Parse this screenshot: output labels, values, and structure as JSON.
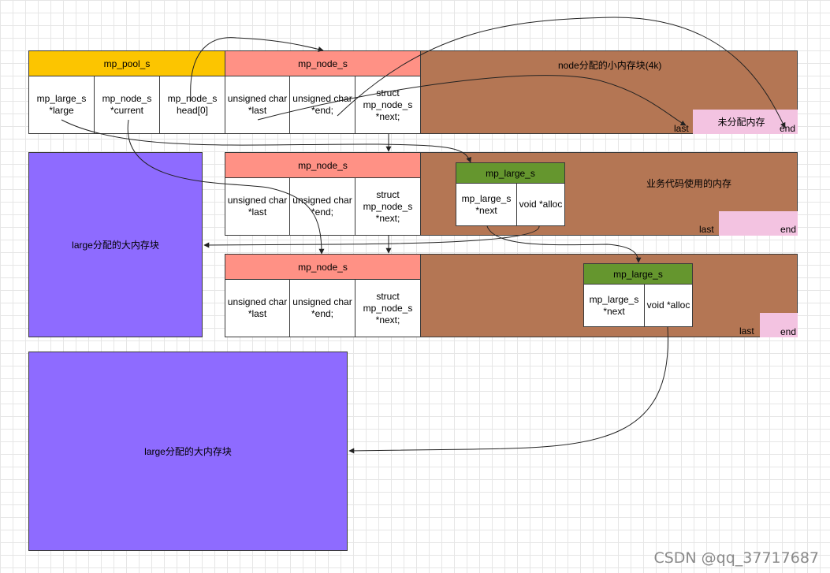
{
  "pool": {
    "title": "mp_pool_s",
    "fields": [
      "mp_large_s\n*large",
      "mp_node_s\n*current",
      "mp_node_s\nhead[0]"
    ]
  },
  "node_header": "mp_node_s",
  "node_fields": [
    "unsigned char\n*last",
    "unsigned char\n*end;",
    "struct\nmp_node_s\n*next;"
  ],
  "small_block": {
    "title": "node分配的小内存块(4k)",
    "unallocated": "未分配内存"
  },
  "business_memory": "业务代码使用的内存",
  "large_block_label": "large分配的大内存块",
  "large_struct": {
    "title": "mp_large_s",
    "fields": [
      "mp_large_s\n*next",
      "void *alloc"
    ]
  },
  "markers": {
    "last": "last",
    "end": "end"
  },
  "watermark": "CSDN @qq_37717687",
  "colors": {
    "pool_header": "#fcc500",
    "node_header": "#ff9185",
    "memory_block": "#b47654",
    "large_header": "#65962e",
    "unallocated": "#f3c3e1",
    "large_block": "#8e6bff"
  }
}
